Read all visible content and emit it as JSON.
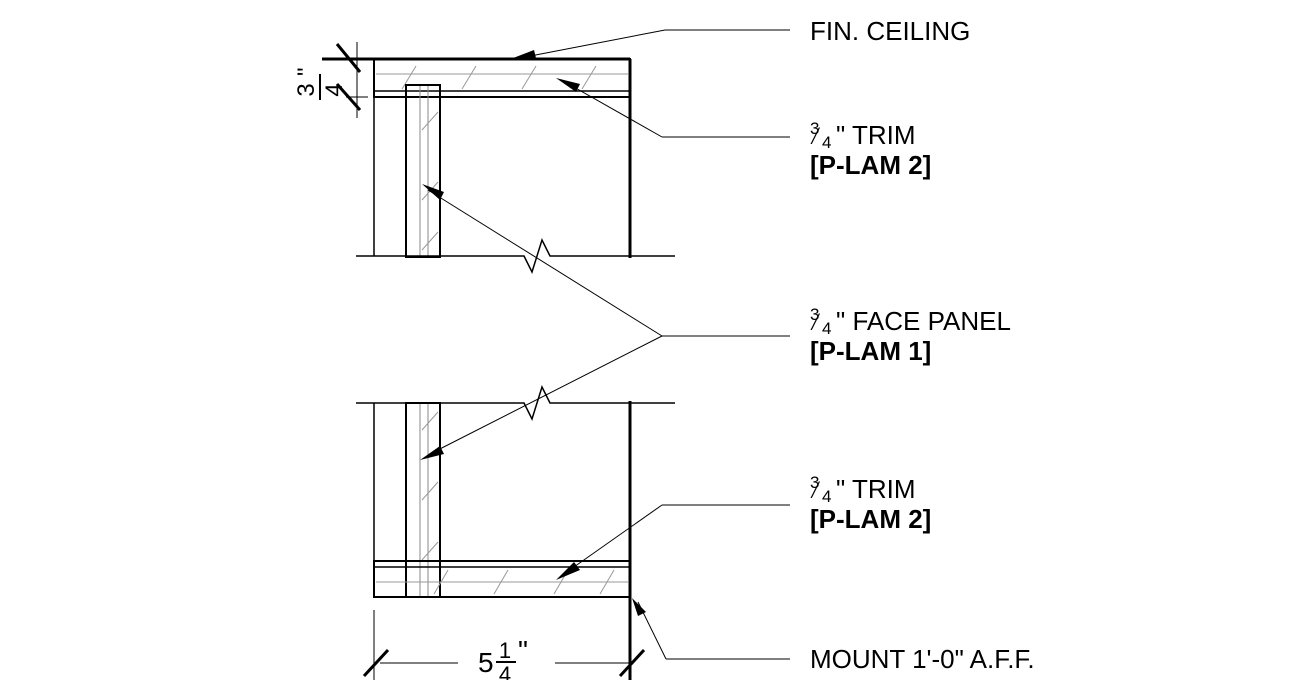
{
  "notes": {
    "fin_ceiling": "FIN. CEILING",
    "top_trim": {
      "fraction_num": "3",
      "fraction_den": "4",
      "text": "\" TRIM",
      "material": "[P-LAM 2]"
    },
    "face_panel": {
      "fraction_num": "3",
      "fraction_den": "4",
      "text": "\" FACE PANEL",
      "material": "[P-LAM 1]"
    },
    "bottom_trim": {
      "fraction_num": "3",
      "fraction_den": "4",
      "text": "\" TRIM",
      "material": "[P-LAM 2]"
    },
    "mount": "MOUNT 1'-0\" A.F.F."
  },
  "dimensions": {
    "trim_thickness": {
      "num": "3",
      "inch": "\"",
      "den": "4"
    },
    "width": {
      "whole": "5",
      "num": "1",
      "den": "4",
      "inch": "\""
    }
  }
}
